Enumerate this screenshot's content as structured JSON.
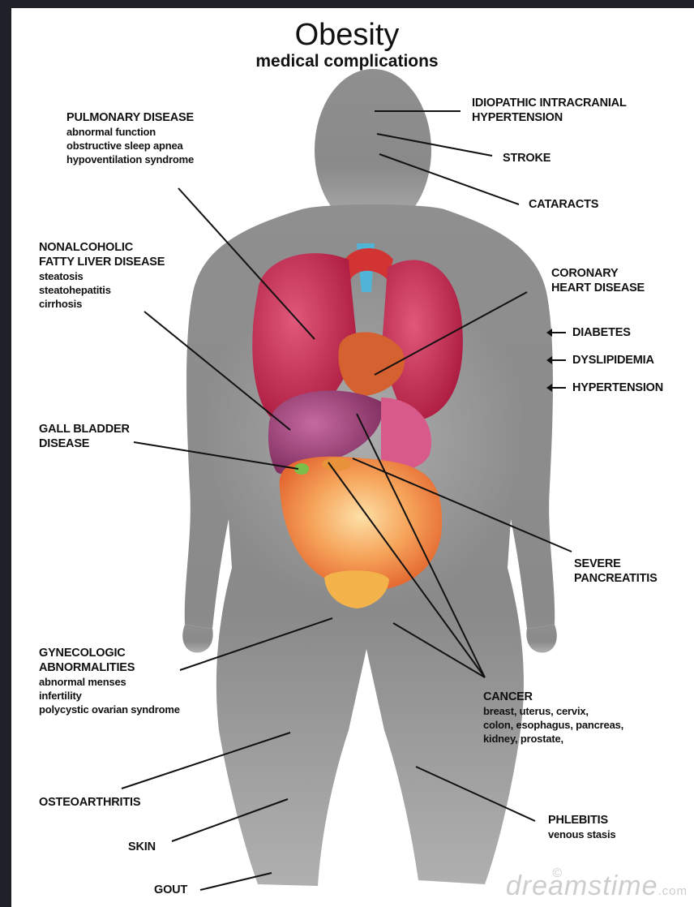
{
  "title": "Obesity",
  "subtitle": "medical complications",
  "labels": {
    "iih": [
      "IDIOPATHIC INTRACRANIAL",
      "HYPERTENSION"
    ],
    "stroke": "STROKE",
    "cataracts": "CATARACTS",
    "pulmonary": {
      "heading": "PULMONARY DISEASE",
      "items": [
        "abnormal function",
        "obstructive sleep apnea",
        "hypoventilation syndrome"
      ]
    },
    "nafld": {
      "heading": [
        "NONALCOHOLIC",
        "FATTY LIVER DISEASE"
      ],
      "items": [
        "steatosis",
        "steatohepatitis",
        "cirrhosis"
      ]
    },
    "coronary": [
      "CORONARY",
      "HEART DISEASE"
    ],
    "risk_factors": [
      "DIABETES",
      "DYSLIPIDEMIA",
      "HYPERTENSION"
    ],
    "gall": [
      "GALL BLADDER",
      "DISEASE"
    ],
    "pancreatitis": [
      "SEVERE",
      "PANCREATITIS"
    ],
    "gyn": {
      "heading": [
        "GYNECOLOGIC",
        "ABNORMALITIES"
      ],
      "items": [
        "abnormal menses",
        "infertility",
        "polycystic ovarian syndrome"
      ]
    },
    "cancer": {
      "heading": "CANCER",
      "items": [
        "breast, uterus, cervix,",
        "colon, esophagus, pancreas,",
        "kidney, prostate,"
      ]
    },
    "osteo": "OSTEOARTHRITIS",
    "skin": "SKIN",
    "gout": "GOUT",
    "phlebitis": {
      "heading": "PHLEBITIS",
      "items": [
        "venous stasis"
      ]
    }
  },
  "watermark": {
    "text": "dreamstime",
    "suffix": ".com",
    "symbol": "©"
  },
  "colors": {
    "background": "#1e2127",
    "canvas": "#ffffff",
    "silhouette": "#8e8e8e",
    "lungs": "#c2234b",
    "liver": "#a03a6e",
    "intestine": "#f39a4a",
    "heart": "#d4612f"
  }
}
